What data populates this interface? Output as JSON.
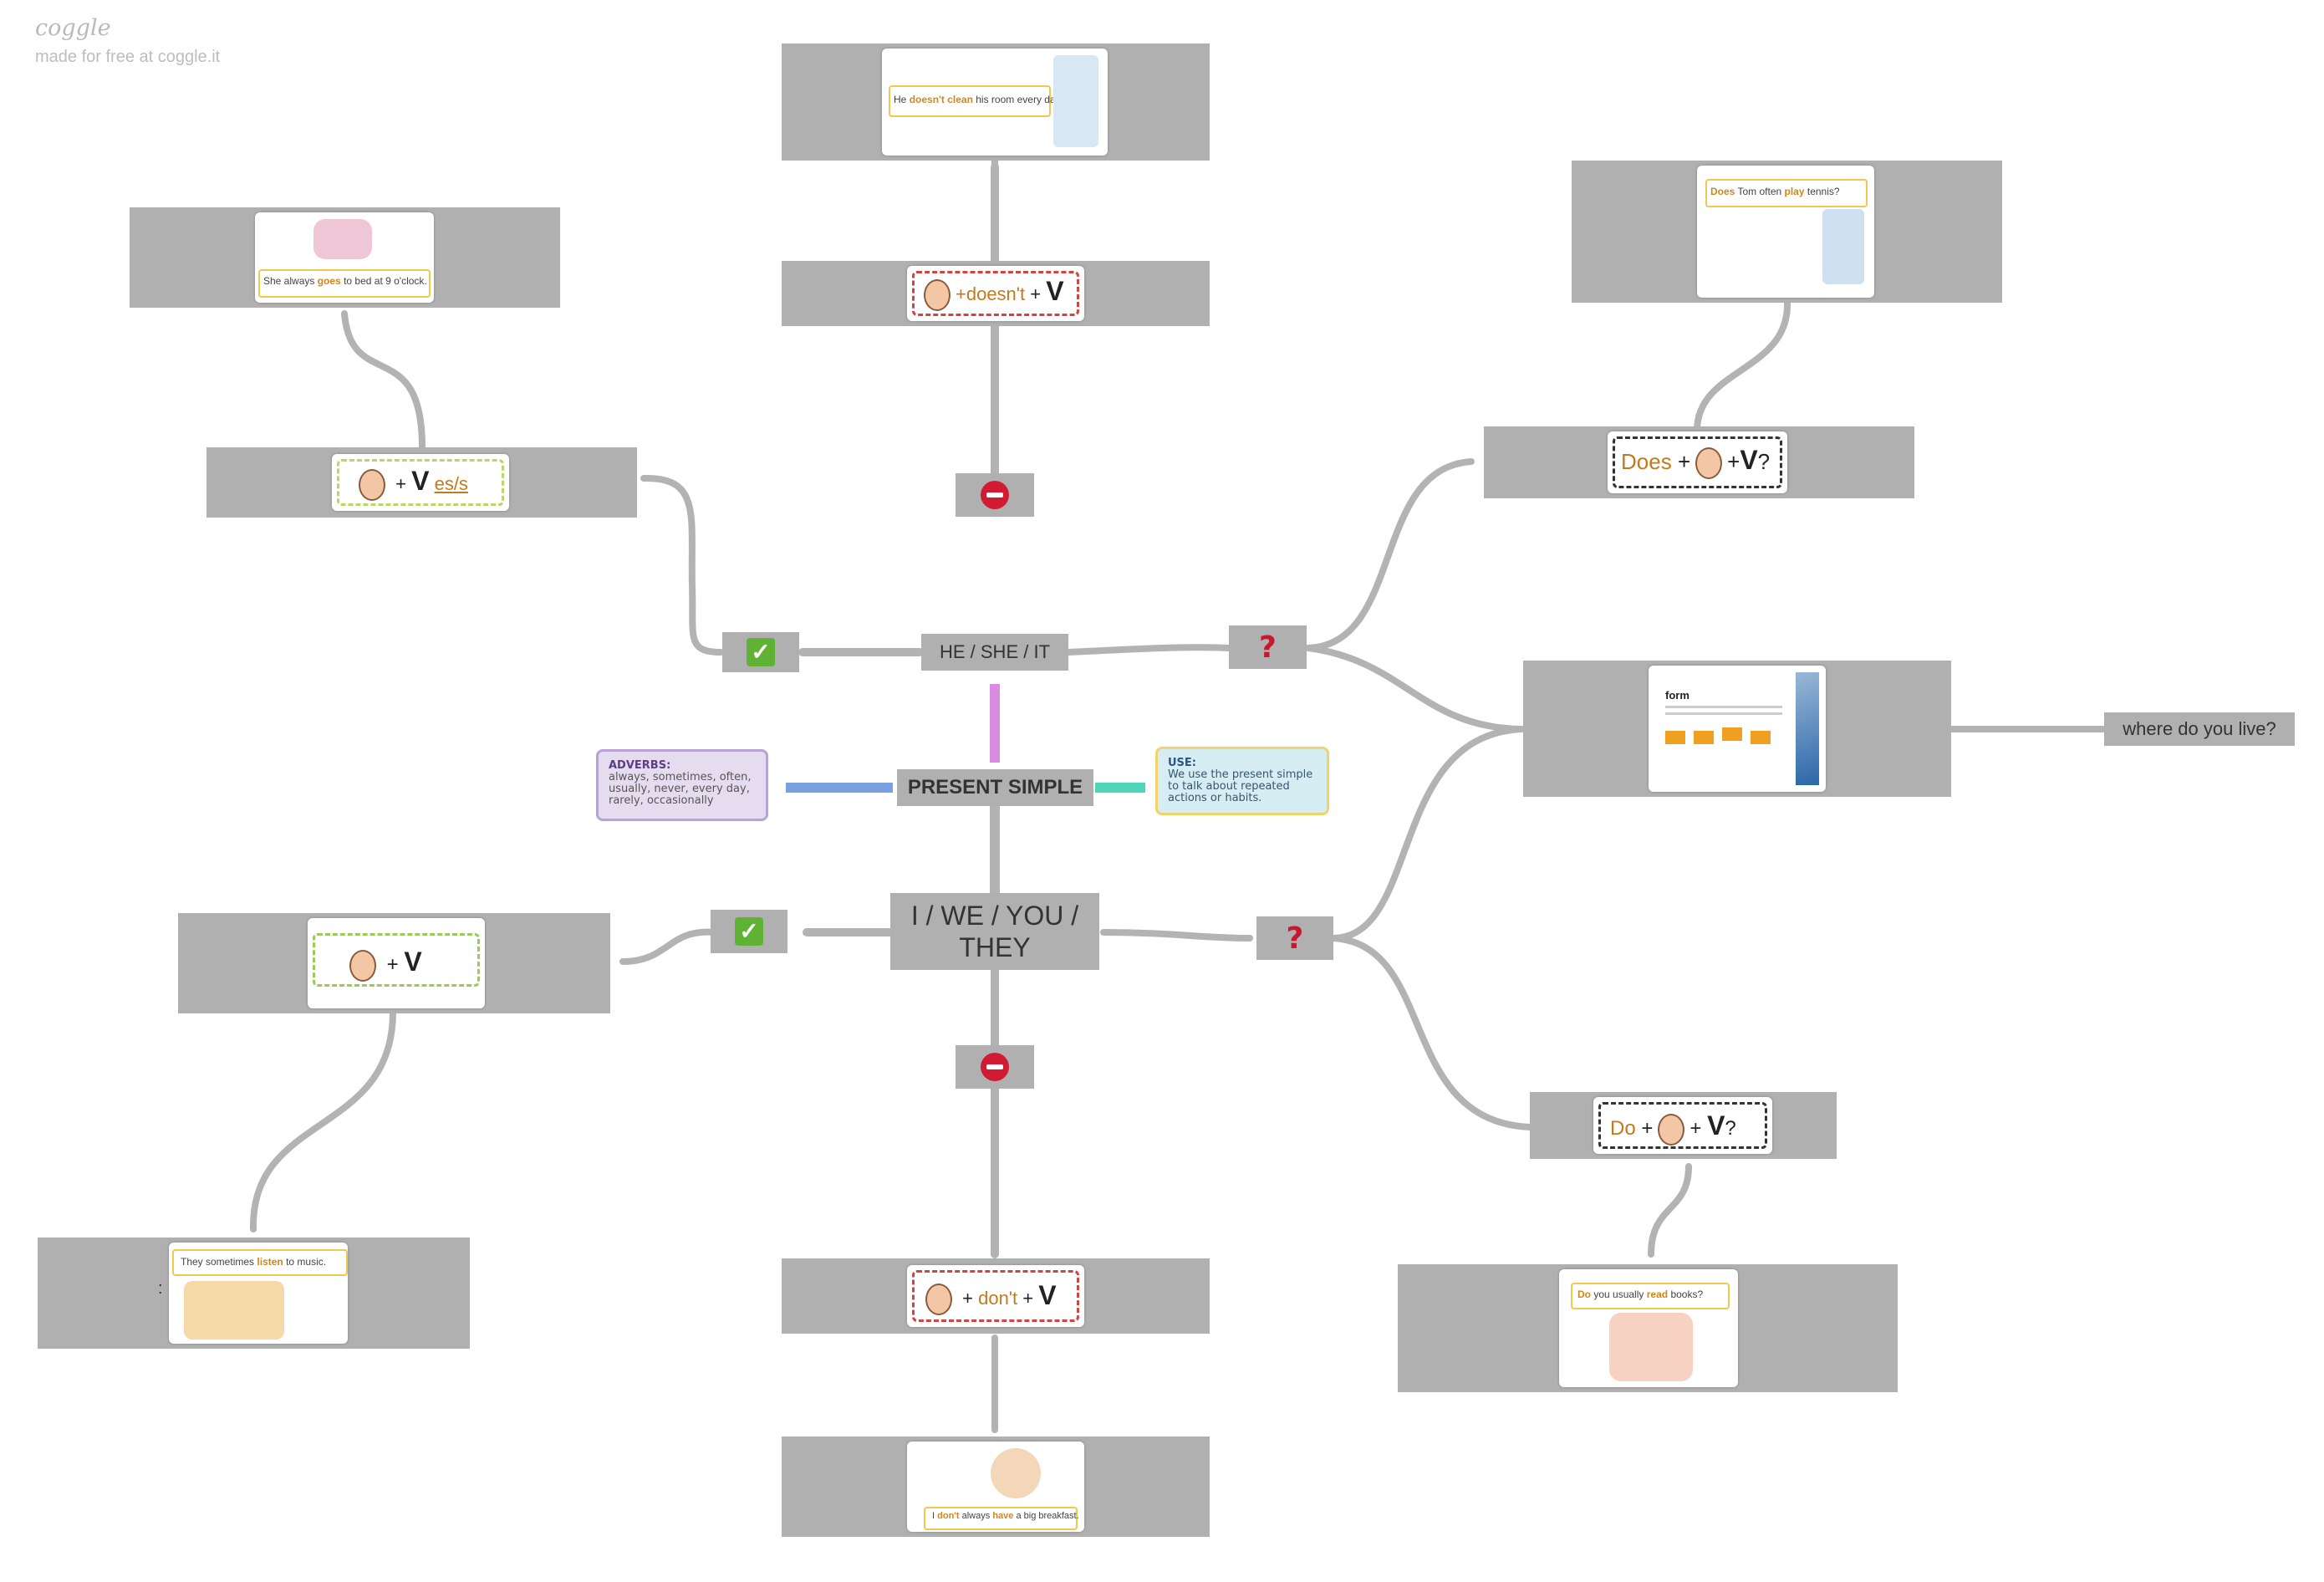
{
  "brand": {
    "logo": "coggle",
    "tagline": "made for free at coggle.it"
  },
  "colors": {
    "node": "#b0b0b0",
    "branch": "#b3b3b3",
    "center_up": "#d88be0",
    "center_left": "#7aa0e0",
    "center_right": "#4fd6b8",
    "check": "#5fb233",
    "stop": "#d11b32",
    "question": "#c4192f",
    "highlight": "#d1861b"
  },
  "center": {
    "label": "PRESENT SIMPLE"
  },
  "he_she_it": {
    "label": "HE / SHE / IT",
    "affirmative": {
      "icon": "check-icon",
      "formula": {
        "plus": "+",
        "verb": "V",
        "suffix": "es/s"
      },
      "example": {
        "before": "She always",
        "verb": "goes",
        "after": "to bed at 9 o'clock."
      }
    },
    "negative": {
      "icon": "stop-icon",
      "formula": {
        "aux": "+doesn't",
        "plus": "+",
        "verb": "V"
      },
      "example": {
        "before": "He",
        "aux": "doesn't",
        "verb": "clean",
        "after": "his room every day."
      }
    },
    "question": {
      "icon": "question-icon",
      "formula": {
        "aux": "Does",
        "plus1": "+",
        "plus2": "+",
        "verb": "V",
        "mark": "?"
      },
      "example": {
        "aux": "Does",
        "mid": "Tom often",
        "verb": "play",
        "after": "tennis?"
      }
    }
  },
  "i_we_you_they": {
    "label": "I / WE / YOU / THEY",
    "affirmative": {
      "icon": "check-icon",
      "formula": {
        "plus": "+",
        "verb": "V"
      },
      "example": {
        "before": "They sometimes",
        "verb": "listen",
        "after": "to music."
      },
      "prefix": ":"
    },
    "negative": {
      "icon": "stop-icon",
      "formula": {
        "plus1": "+",
        "aux": "don't",
        "plus2": "+",
        "verb": "V"
      },
      "example": {
        "before": "I",
        "aux": "don't",
        "mid": "always",
        "verb": "have",
        "after": "a big breakfast."
      }
    },
    "question": {
      "icon": "question-icon",
      "formula": {
        "aux": "Do",
        "plus1": "+",
        "plus2": "+",
        "verb": "V",
        "mark": "?"
      },
      "example": {
        "aux": "Do",
        "mid": "you usually",
        "verb": "read",
        "after": "books?"
      }
    }
  },
  "form_card": {
    "title": "form"
  },
  "where_node": {
    "label": "where do you live?"
  },
  "adverbs": {
    "title": "ADVERBS:",
    "text": "always, sometimes, often, usually, never, every day, rarely, occasionally"
  },
  "use": {
    "title": "USE:",
    "text": "We use the present simple to talk about repeated actions or habits."
  }
}
